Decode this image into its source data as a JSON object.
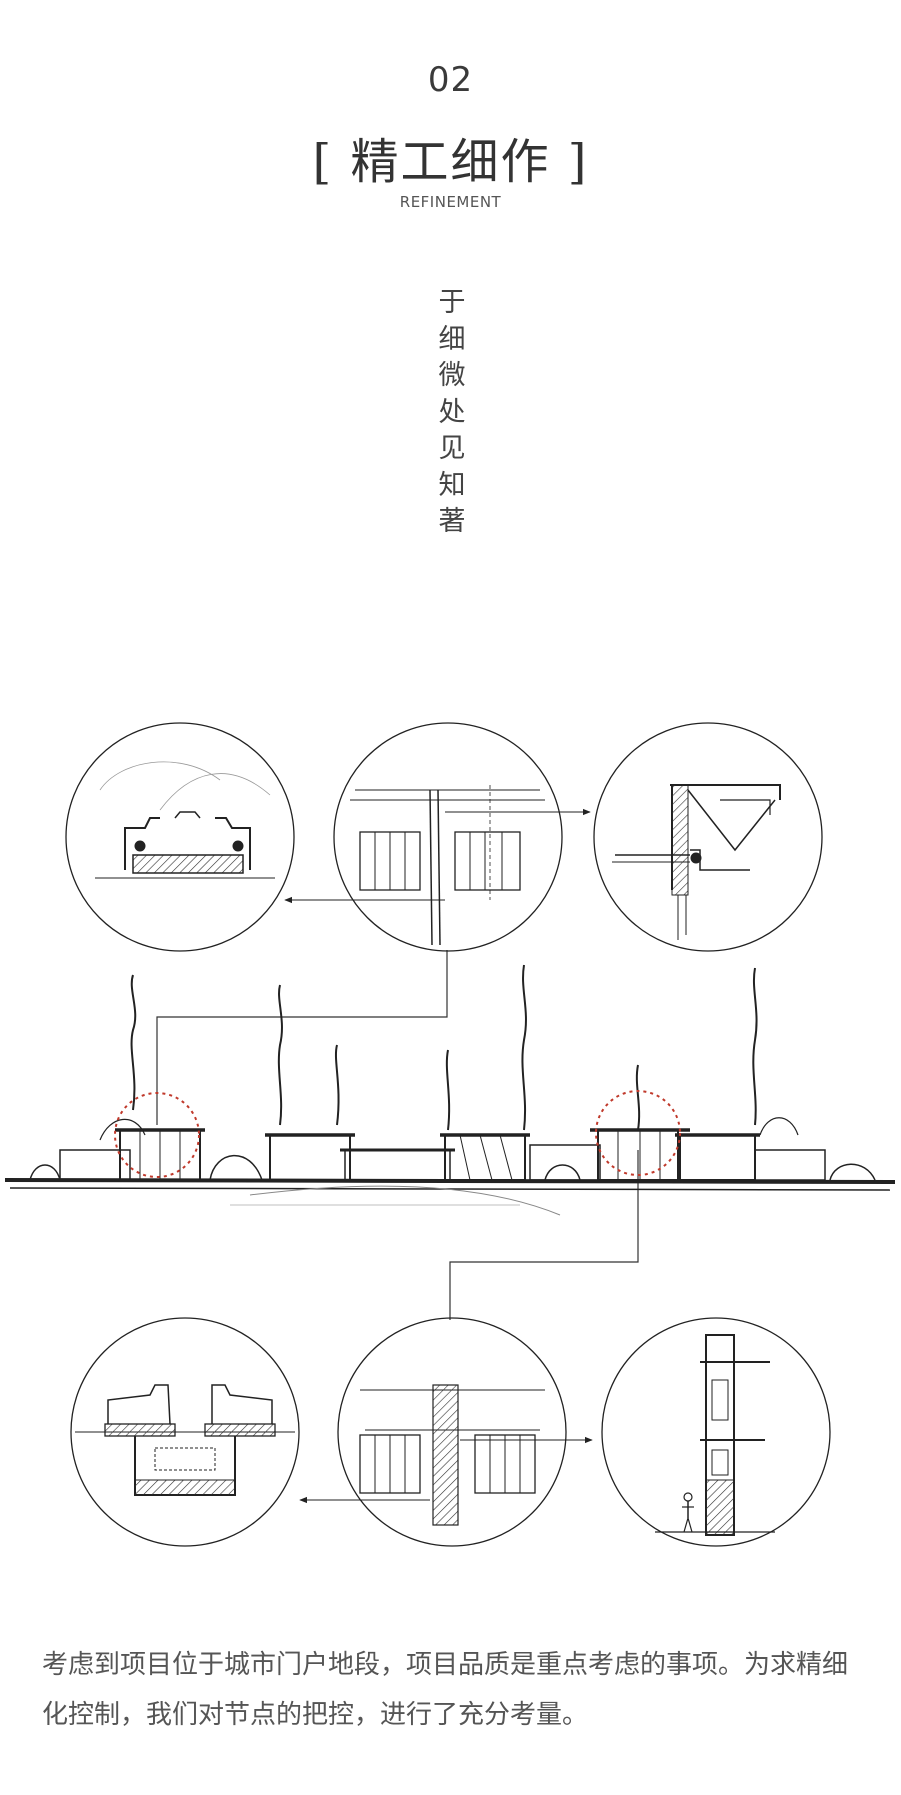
{
  "heading": {
    "number": "02",
    "title": "[ 精工细作 ]",
    "subtitle": "REFINEMENT"
  },
  "vertical_slogan": [
    "于",
    "细",
    "微",
    "处",
    "见",
    "知",
    "著"
  ],
  "illustration": {
    "kind": "hand-drawn architectural elevation sketch with six circular detail callouts",
    "accent_color": "#c0392b",
    "ink_color": "#222222"
  },
  "description": "考虑到项目位于城市门户地段，项目品质是重点考虑的事项。为求精细化控制，我们对节点的把控，进行了充分考量。"
}
